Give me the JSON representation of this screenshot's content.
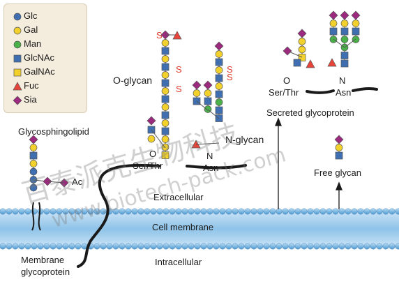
{
  "legend": {
    "items": [
      {
        "label": "Glc",
        "shape": "circle",
        "color": "#3f6fb0"
      },
      {
        "label": "Gal",
        "shape": "circle",
        "color": "#f2d12d"
      },
      {
        "label": "Man",
        "shape": "circle",
        "color": "#4bb04a"
      },
      {
        "label": "GlcNAc",
        "shape": "square",
        "color": "#3f6fb0"
      },
      {
        "label": "GalNAc",
        "shape": "square",
        "color": "#f2d12d"
      },
      {
        "label": "Fuc",
        "shape": "triangle",
        "color": "#e8443a"
      },
      {
        "label": "Sia",
        "shape": "diamond",
        "color": "#9b2a7e"
      }
    ]
  },
  "labels": {
    "o_glycan": "O-glycan",
    "n_glycan": "N-glycan",
    "glycosphingolipid": "Glycosphingolipid",
    "ac": "Ac",
    "ser_thr_1": "Ser/Thr",
    "asn_1": "Asn",
    "o_1": "O",
    "n_1": "N",
    "ser_thr_2": "Ser/Thr",
    "asn_2": "Asn",
    "o_2": "O",
    "n_2": "N",
    "secreted_glycoprotein": "Secreted glycoprotein",
    "free_glycan": "Free glycan",
    "extracellular": "Extracellular",
    "cell_membrane": "Cell membrane",
    "intracellular": "Intracellular",
    "membrane_glycoprotein_1": "Membrane",
    "membrane_glycoprotein_2": "glycoprotein",
    "s": "S"
  },
  "watermark": {
    "line1": "百泰派克生物科技",
    "line2": "www.biotech-pack.com"
  },
  "colors": {
    "membrane": "#8fc3e8",
    "lipid_head": "#6aaedc",
    "legend_bg": "#f4ecdd",
    "sulfate": "#e03a2a",
    "protein": "#1a1a1a"
  }
}
